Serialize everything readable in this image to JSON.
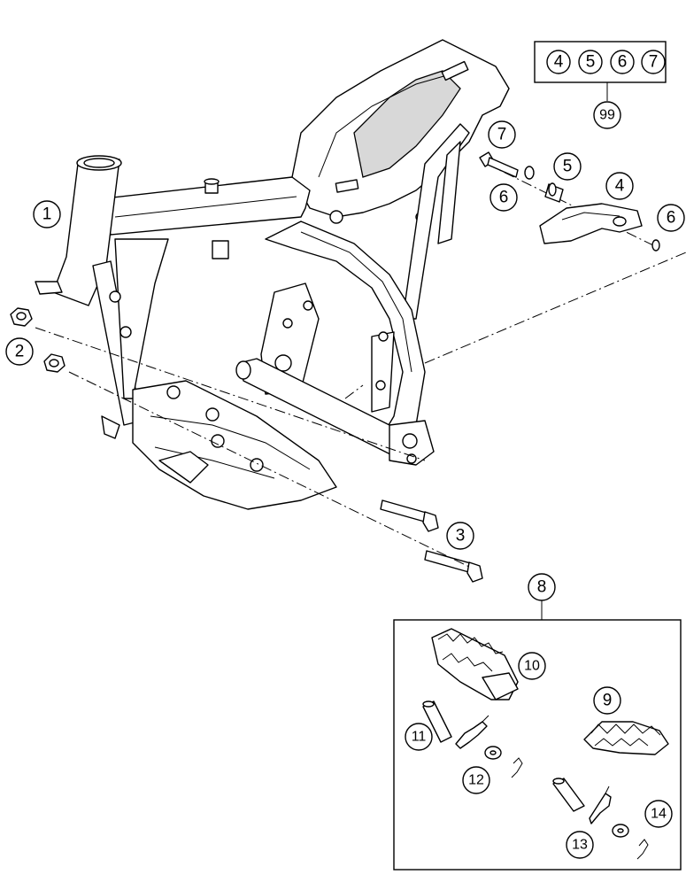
{
  "callouts": {
    "c1": "1",
    "c2": "2",
    "c3": "3",
    "c4": "4",
    "c5": "5",
    "c6a": "6",
    "c6b": "6",
    "c7": "7",
    "c8": "8",
    "c9": "9",
    "c10": "10",
    "c11": "11",
    "c12": "12",
    "c13": "13",
    "c14": "14",
    "c99": "99"
  },
  "kit_box": {
    "items": [
      "4",
      "5",
      "6",
      "7"
    ]
  }
}
